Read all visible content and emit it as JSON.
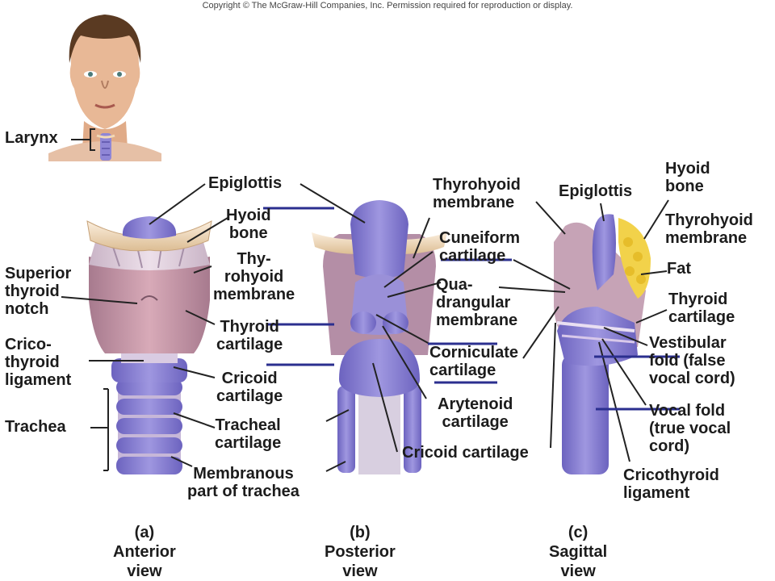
{
  "copyright": "Copyright © The McGraw-Hill Companies, Inc. Permission required for reproduction or display.",
  "inset": {
    "label": "Larynx"
  },
  "anterior": {
    "caption": "(a)\nAnterior\nview",
    "labels": {
      "epiglottis": "Epiglottis",
      "hyoid_bone": "Hyoid\nbone",
      "thyrohyoid_membrane": "Thy-\nrohyoid\nmembrane",
      "thyroid_cartilage": "Thyroid\ncartilage",
      "cricoid_cartilage": "Cricoid\ncartilage",
      "tracheal_cartilage": "Tracheal\ncartilage",
      "membranous_part": "Membranous\npart of trachea",
      "superior_thyroid_notch": "Superior\nthyroid\nnotch",
      "cricothyroid_ligament": "Crico-\nthyroid\nligament",
      "trachea": "Trachea"
    }
  },
  "posterior": {
    "caption": "(b)\nPosterior\nview",
    "labels": {
      "thyrohyoid_membrane": "Thyrohyoid\nmembrane",
      "cuneiform_cartilage": "Cuneiform\ncartilage",
      "quadrangular_membrane": "Qua-\ndrangular\nmembrane",
      "corniculate_cartilage": "Corniculate\ncartilage",
      "arytenoid_cartilage": "Arytenoid\ncartilage",
      "cricoid_cartilage": "Cricoid cartilage"
    }
  },
  "sagittal": {
    "caption": "(c)\nSagittal\nview",
    "labels": {
      "epiglottis": "Epiglottis",
      "hyoid_bone": "Hyoid\nbone",
      "thyrohyoid_membrane": "Thyrohyoid\nmembrane",
      "fat": "Fat",
      "thyroid_cartilage": "Thyroid\ncartilage",
      "vestibular_fold": "Vestibular\nfold (false\nvocal cord)",
      "vocal_fold": "Vocal fold\n(true vocal\ncord)",
      "cricothyroid_ligament": "Cricothyroid\nligament"
    }
  },
  "colors": {
    "cartilage": "#8a7fd0",
    "cartilage_dark": "#5a52a8",
    "bone": "#f1d9b8",
    "muscle": "#c89aa8",
    "fat": "#f2d24a",
    "marker": "#2b2f8f",
    "leader": "#222222"
  }
}
